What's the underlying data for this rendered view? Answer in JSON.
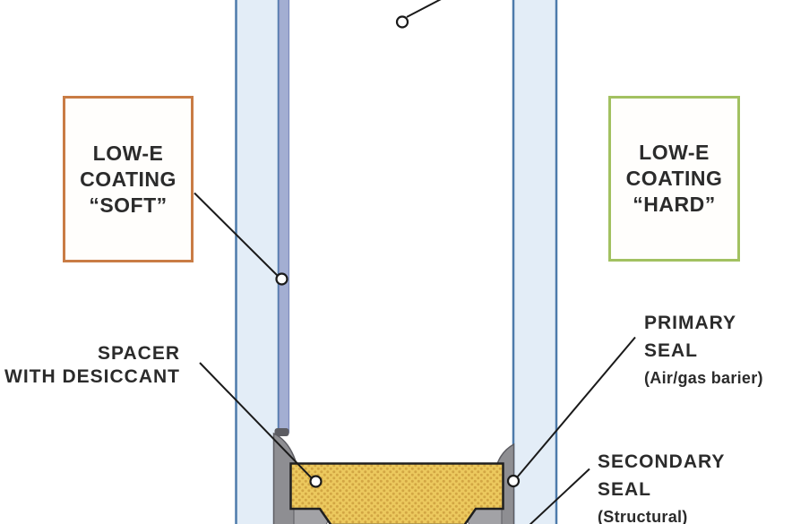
{
  "colors": {
    "glass_fill": "#e3edf7",
    "glass_border": "#4d7bab",
    "coating_strip": "#a3aed2",
    "coating_edge": "#7d8cbe",
    "spacer_fill": "#ecc95e",
    "spacer_dot": "#d2a643",
    "seal_gray": "#8e8e92",
    "seal_dark": "#5c5c62",
    "seal_light": "#a2a2a6",
    "outline": "#1f1f1f",
    "leader": "#1a1a1a",
    "text": "#2b2b2b",
    "soft_border": "#c97c45",
    "hard_border": "#a2c161",
    "background": "#ffffff"
  },
  "labels": {
    "soft_coating": {
      "line1": "LOW-E",
      "line2": "COATING",
      "line3": "“SOFT”"
    },
    "hard_coating": {
      "line1": "LOW-E",
      "line2": "COATING",
      "line3": "“HARD”"
    },
    "spacer": {
      "line1": "SPACER",
      "line2": "WITH DESICCANT"
    },
    "primary_seal": {
      "line1": "PRIMARY",
      "line2": "SEAL",
      "note": "(Air/gas barier)"
    },
    "secondary_seal": {
      "line1": "SECONDARY",
      "line2": "SEAL",
      "note": "(Structural)"
    }
  }
}
